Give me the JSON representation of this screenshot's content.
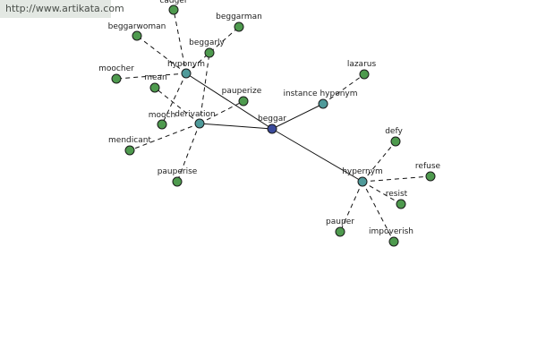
{
  "watermark": {
    "text": "http://www.artikata.com"
  },
  "colors": {
    "center": "#3a4a9c",
    "relation": "#4f9a9a",
    "leaf": "#4e9a4e",
    "edge": "#111111"
  },
  "graph": {
    "nodes": [
      {
        "id": "beggar",
        "label": "beggar",
        "kind": "center"
      },
      {
        "id": "hyponym",
        "label": "hyponym",
        "kind": "relation"
      },
      {
        "id": "derivation",
        "label": "derivation",
        "kind": "relation"
      },
      {
        "id": "instance_hyponym",
        "label": "instance hyponym",
        "kind": "relation"
      },
      {
        "id": "hypernym",
        "label": "hypernym",
        "kind": "relation"
      },
      {
        "id": "cadger",
        "label": "cadger",
        "kind": "leaf"
      },
      {
        "id": "beggarman",
        "label": "beggarman",
        "kind": "leaf"
      },
      {
        "id": "beggarwoman",
        "label": "beggarwoman",
        "kind": "leaf"
      },
      {
        "id": "beggarly",
        "label": "beggarly",
        "kind": "leaf"
      },
      {
        "id": "moocher",
        "label": "moocher",
        "kind": "leaf"
      },
      {
        "id": "mean",
        "label": "mean",
        "kind": "leaf"
      },
      {
        "id": "mooch",
        "label": "mooch",
        "kind": "leaf"
      },
      {
        "id": "pauperize",
        "label": "pauperize",
        "kind": "leaf"
      },
      {
        "id": "mendicant",
        "label": "mendicant",
        "kind": "leaf"
      },
      {
        "id": "pauperise",
        "label": "pauperise",
        "kind": "leaf"
      },
      {
        "id": "lazarus",
        "label": "lazarus",
        "kind": "leaf"
      },
      {
        "id": "defy",
        "label": "defy",
        "kind": "leaf"
      },
      {
        "id": "refuse",
        "label": "refuse",
        "kind": "leaf"
      },
      {
        "id": "resist",
        "label": "resist",
        "kind": "leaf"
      },
      {
        "id": "pauper",
        "label": "pauper",
        "kind": "leaf"
      },
      {
        "id": "impoverish",
        "label": "impoverish",
        "kind": "leaf"
      }
    ],
    "edges": [
      {
        "from": "beggar",
        "to": "hyponym",
        "style": "solid"
      },
      {
        "from": "beggar",
        "to": "derivation",
        "style": "solid"
      },
      {
        "from": "beggar",
        "to": "instance_hyponym",
        "style": "solid"
      },
      {
        "from": "beggar",
        "to": "hypernym",
        "style": "solid"
      },
      {
        "from": "hyponym",
        "to": "cadger",
        "style": "dashed"
      },
      {
        "from": "hyponym",
        "to": "beggarman",
        "style": "dashed"
      },
      {
        "from": "hyponym",
        "to": "beggarwoman",
        "style": "dashed"
      },
      {
        "from": "hyponym",
        "to": "moocher",
        "style": "dashed"
      },
      {
        "from": "hyponym",
        "to": "mooch",
        "style": "dashed"
      },
      {
        "from": "derivation",
        "to": "beggarly",
        "style": "dashed"
      },
      {
        "from": "derivation",
        "to": "mean",
        "style": "dashed"
      },
      {
        "from": "derivation",
        "to": "pauperize",
        "style": "dashed"
      },
      {
        "from": "derivation",
        "to": "mendicant",
        "style": "dashed"
      },
      {
        "from": "derivation",
        "to": "pauperise",
        "style": "dashed"
      },
      {
        "from": "instance_hyponym",
        "to": "lazarus",
        "style": "dashed"
      },
      {
        "from": "hypernym",
        "to": "defy",
        "style": "dashed"
      },
      {
        "from": "hypernym",
        "to": "refuse",
        "style": "dashed"
      },
      {
        "from": "hypernym",
        "to": "resist",
        "style": "dashed"
      },
      {
        "from": "hypernym",
        "to": "pauper",
        "style": "dashed"
      },
      {
        "from": "hypernym",
        "to": "impoverish",
        "style": "dashed"
      }
    ]
  }
}
